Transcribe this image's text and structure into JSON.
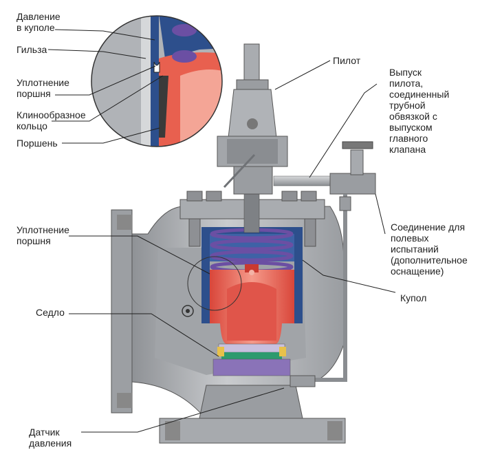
{
  "labels": {
    "dome_pressure": "Давление\nв куполе",
    "sleeve": "Гильза",
    "piston_seal_top": "Уплотнение\nпоршня",
    "wedge_ring": "Клинообразное\nкольцо",
    "piston": "Поршень",
    "pilot": "Пилот",
    "pilot_exhaust": "Выпуск\nпилота,\nсоединенный\nтрубной\nобвязкой с\nвыпуском\nглавного\nклапана",
    "piston_seal_bottom": "Уплотнение\nпоршня",
    "field_test": "Соединение для\nполевых\nиспытаний\n(дополнительное\nоснащение)",
    "dome": "Купол",
    "seat": "Седло",
    "pressure_sensor": "Датчик\nдавления"
  },
  "colors": {
    "body_gray": "#b5b7ba",
    "body_dark": "#8e9094",
    "dome_blue": "#2d4f8c",
    "piston_red": "#e86a5c",
    "piston_light": "#f4a596",
    "seat_purple": "#8a73b8",
    "seat_green": "#2e9a6e"
  }
}
